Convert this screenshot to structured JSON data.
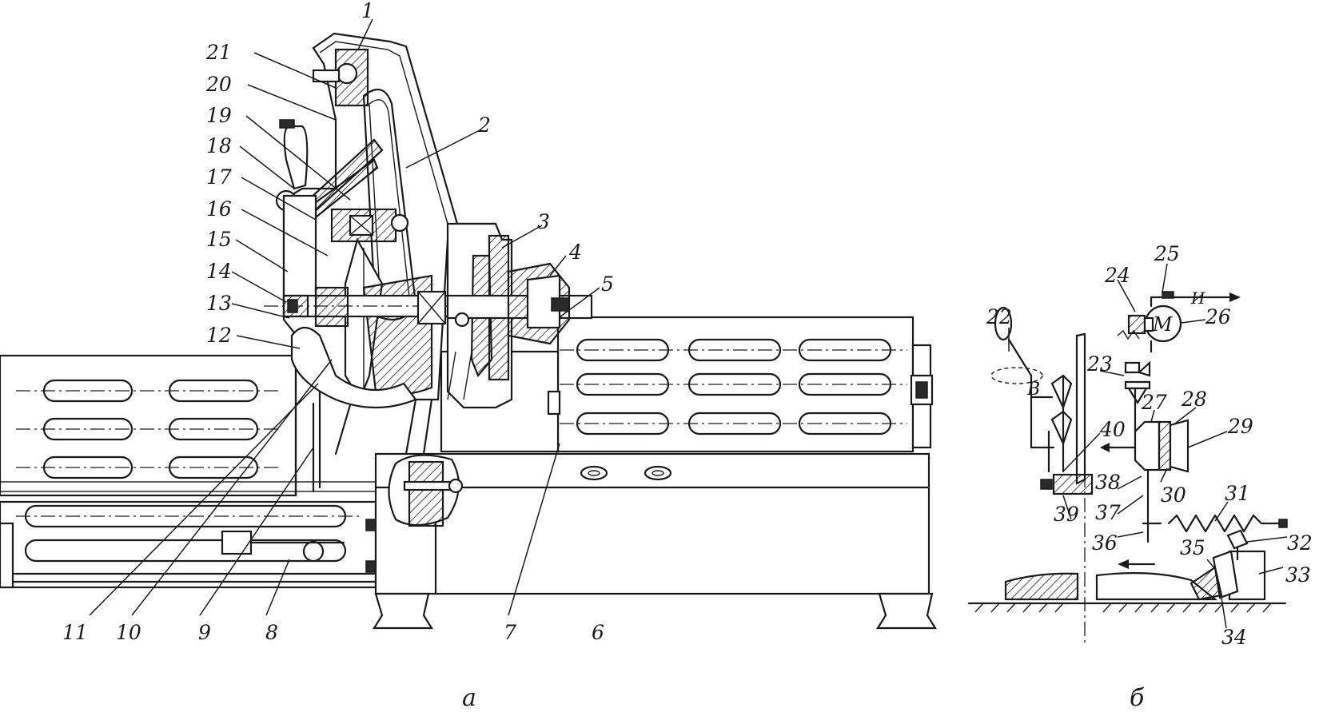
{
  "captions": {
    "left": "а",
    "right": "б"
  },
  "labels_a": [
    "1",
    "2",
    "3",
    "4",
    "5",
    "6",
    "7",
    "8",
    "9",
    "10",
    "11",
    "12",
    "13",
    "14",
    "15",
    "16",
    "17",
    "18",
    "19",
    "20",
    "21"
  ],
  "labels_b": [
    "22",
    "23",
    "24",
    "25",
    "26",
    "27",
    "28",
    "29",
    "30",
    "31",
    "32",
    "33",
    "34",
    "35",
    "36",
    "37",
    "38",
    "39",
    "40"
  ],
  "letters": {
    "b_point": "В",
    "motor": "M"
  },
  "colors": {
    "ink": "#1a1a1a",
    "paper": "#ffffff"
  }
}
